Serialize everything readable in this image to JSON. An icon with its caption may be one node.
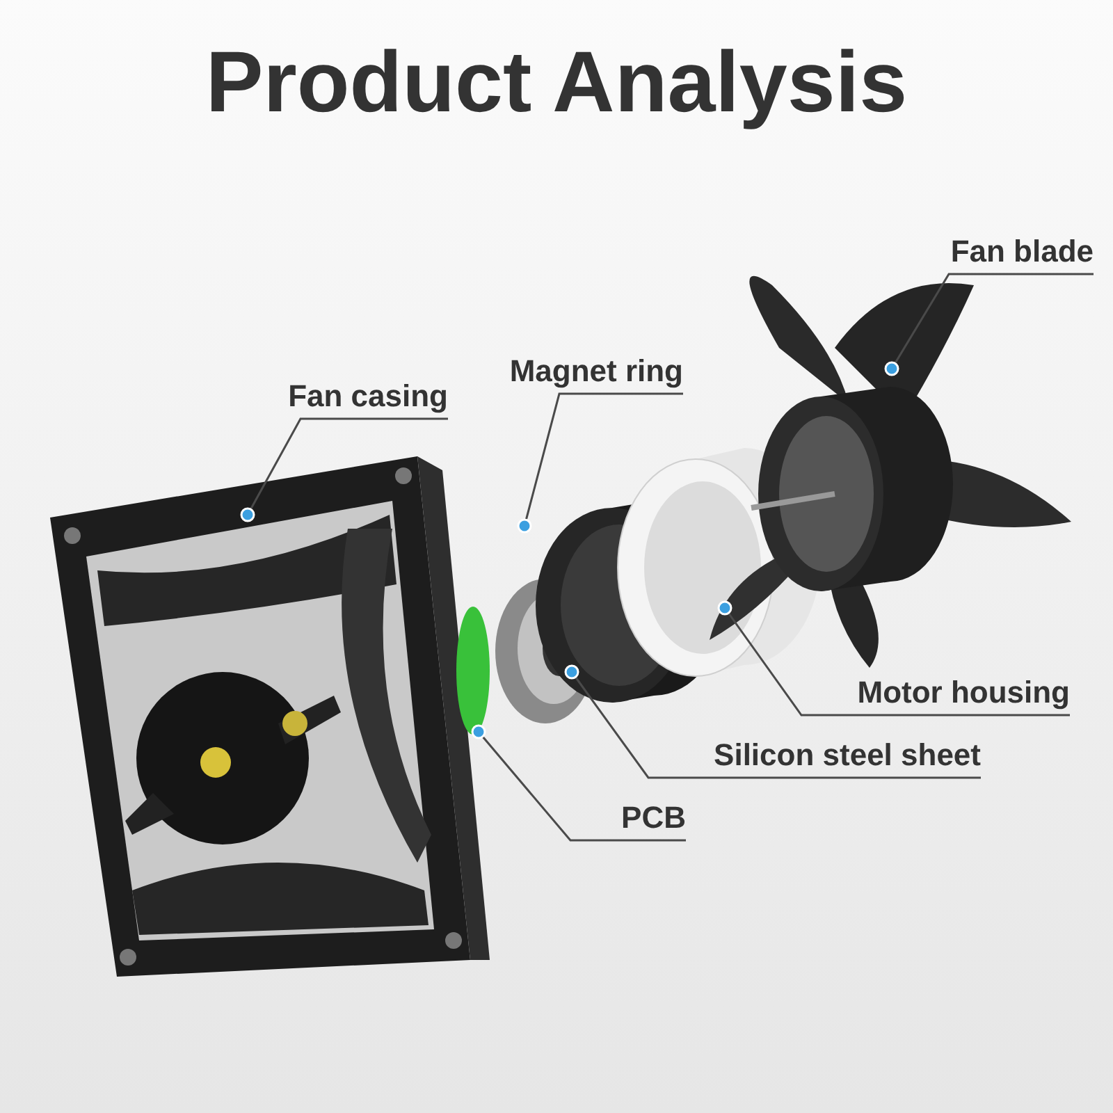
{
  "diagram": {
    "title": "Product Analysis",
    "nodes": [
      {
        "text": [
          "Fan blade"
        ]
      },
      {
        "text": [
          "Magnet ring"
        ]
      },
      {
        "text": [
          "Fan casing"
        ]
      },
      {
        "text": [
          "Motor housing"
        ]
      },
      {
        "text": [
          "Silicon steel sheet"
        ]
      },
      {
        "text": [
          "PCB"
        ]
      }
    ],
    "edges": [
      {
        "from": 0,
        "to": null,
        "arrow": "other"
      },
      {
        "from": 1,
        "to": null,
        "arrow": "other"
      },
      {
        "from": 2,
        "to": null,
        "arrow": "other"
      },
      {
        "from": 3,
        "to": null,
        "arrow": "other"
      },
      {
        "from": 4,
        "to": null,
        "arrow": "other"
      },
      {
        "from": 5,
        "to": null,
        "arrow": "other"
      }
    ]
  }
}
